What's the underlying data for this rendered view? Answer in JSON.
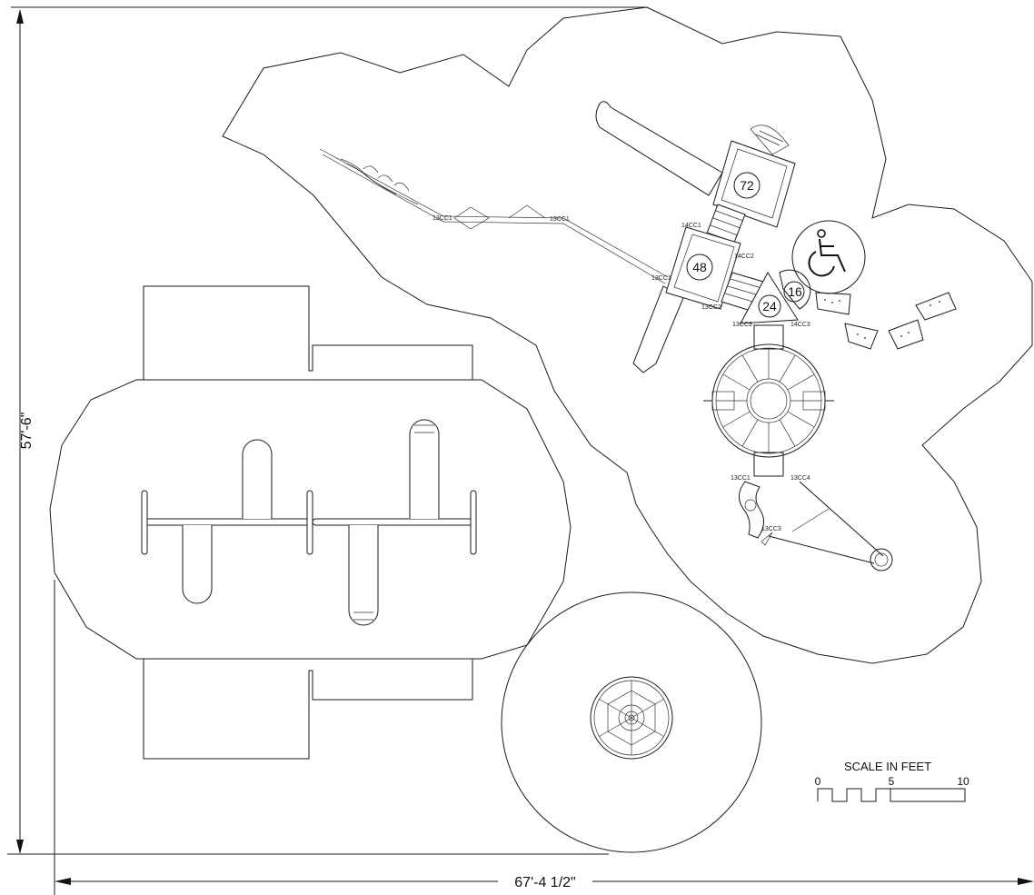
{
  "dimensions": {
    "height": "57'-6\"",
    "width": "67'-4 1/2\""
  },
  "deck_heights": {
    "deck_a": "72",
    "deck_b": "48",
    "deck_c": "24",
    "deck_d": "16"
  },
  "scale": {
    "title": "SCALE IN FEET",
    "tick_0": "0",
    "tick_5": "5",
    "tick_10": "10"
  },
  "component_tags": {
    "t1": "13CC1",
    "t2": "13CC1",
    "t3": "14CC1",
    "t4": "14CC2",
    "t5": "13CC1",
    "t6": "13CC2",
    "t7": "13CC3",
    "t8": "14CC3",
    "t9": "13CC1",
    "t10": "13CC4",
    "t11": "13CC3"
  },
  "icons": {
    "accessibility": "wheelchair-icon"
  },
  "colors": {
    "line": "#1a1a1a",
    "background": "#ffffff"
  }
}
